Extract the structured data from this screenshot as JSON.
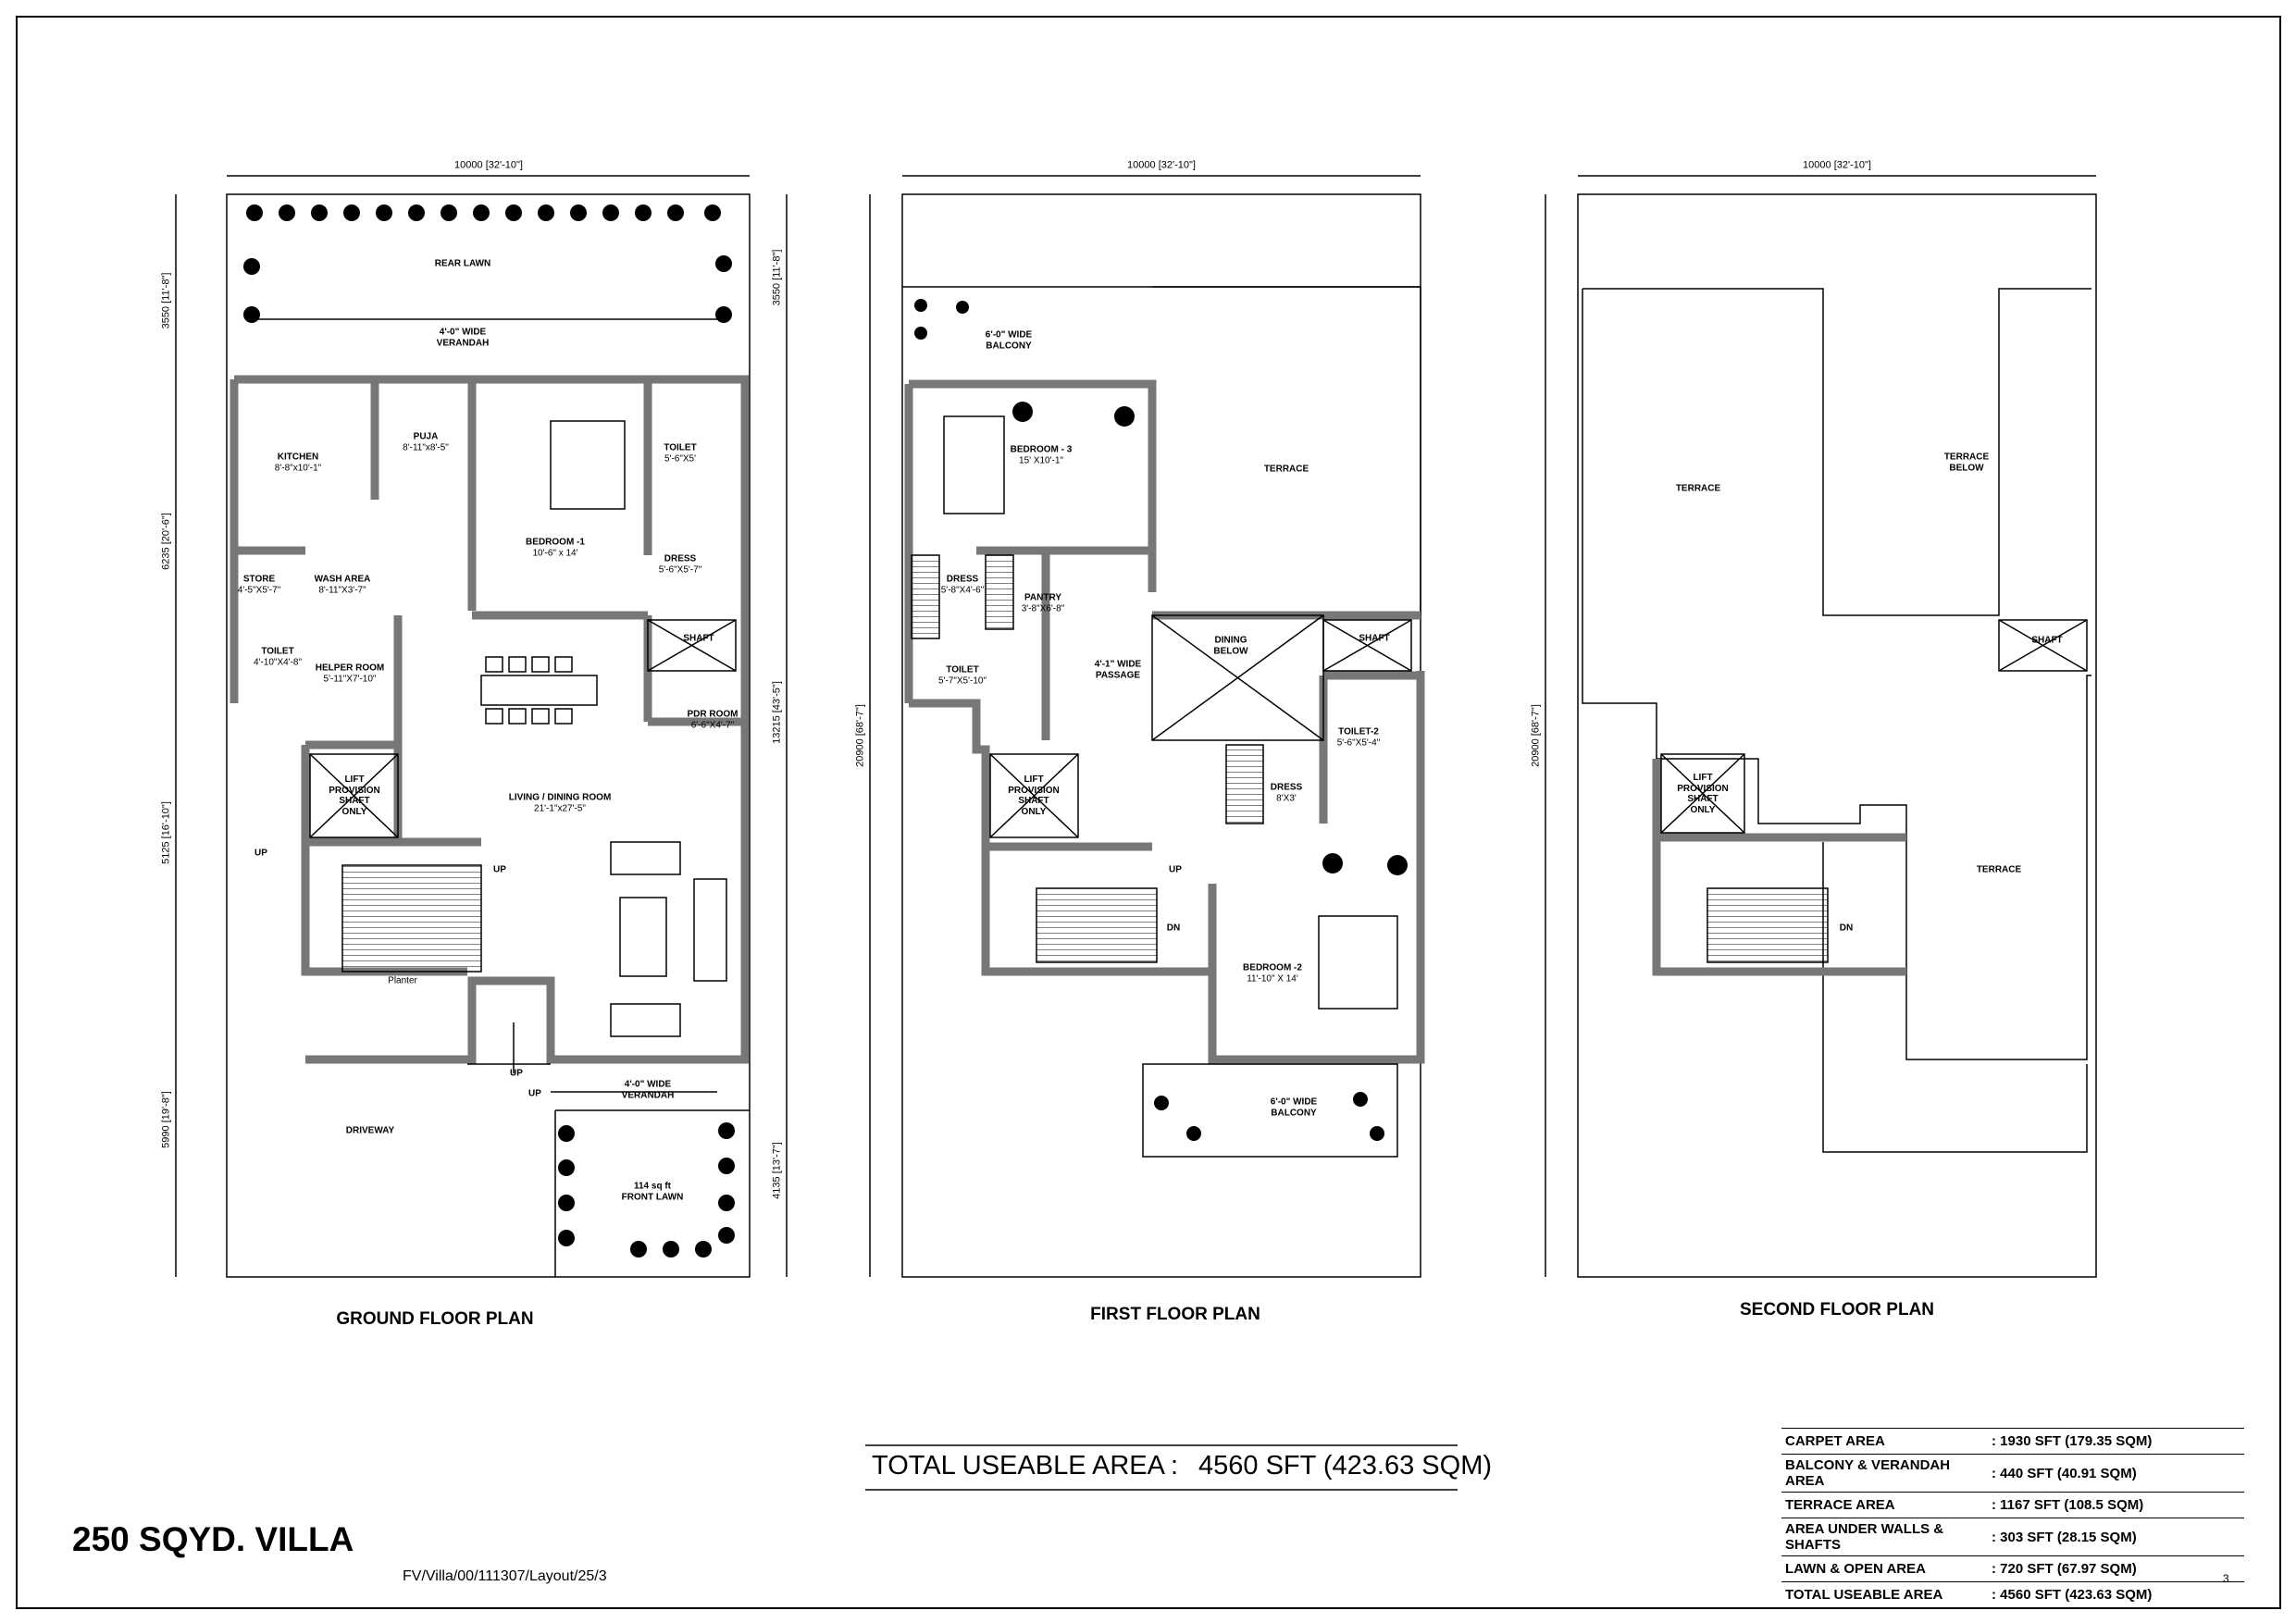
{
  "ground_floor": {
    "title": "GROUND FLOOR PLAN",
    "dim_width": "10000 [32'-10\"]",
    "dims_left": [
      "3550 [11'-8\"]",
      "6235 [20'-6\"]",
      "5125 [16'-10\"]",
      "5990 [19'-8\"]"
    ],
    "dims_right": [
      "3550 [11'-8\"]",
      "13215 [43'-5\"]",
      "4135 [13'-7\"]"
    ],
    "rooms": {
      "rear_lawn": "REAR LAWN",
      "verandah_rear": [
        "4'-0\" WIDE",
        "VERANDAH"
      ],
      "kitchen": [
        "KITCHEN",
        "8'-8\"x10'-1\""
      ],
      "puja": [
        "PUJA",
        "8'-11\"x8'-5\""
      ],
      "bedroom1": [
        "BEDROOM -1",
        "10'-6\" x 14'"
      ],
      "toilet_a": [
        "TOILET",
        "5'-6\"X5'"
      ],
      "dress_a": [
        "DRESS",
        "5'-6\"X5'-7\""
      ],
      "store": [
        "STORE",
        "4'-5\"X5'-7\""
      ],
      "wash": [
        "WASH AREA",
        "8'-11\"X3'-7\""
      ],
      "toilet_b": [
        "TOILET",
        "4'-10\"X4'-8\""
      ],
      "helper": [
        "HELPER ROOM",
        "5'-11\"X7'-10\""
      ],
      "shaft": "SHAFT",
      "pdr": [
        "PDR ROOM",
        "6'-6\"X4'-7\""
      ],
      "lift": [
        "LIFT",
        "PROVISION",
        "SHAFT",
        "ONLY"
      ],
      "living": [
        "LIVING / DINING ROOM",
        "21'-1\"x27'-5\""
      ],
      "planter": "Planter",
      "up": "UP",
      "verandah_front": [
        "4'-0\" WIDE",
        "VERANDAH"
      ],
      "driveway": "DRIVEWAY",
      "front_lawn": [
        "114 sq ft",
        "FRONT LAWN"
      ]
    }
  },
  "first_floor": {
    "title": "FIRST FLOOR PLAN",
    "dim_width": "10000 [32'-10\"]",
    "dim_left": "20900 [68'-7\"]",
    "rooms": {
      "balcony_top": [
        "6'-0\" WIDE",
        "BALCONY"
      ],
      "terrace": "TERRACE",
      "bedroom3": [
        "BEDROOM - 3",
        "15' X10'-1\""
      ],
      "dress_a": [
        "DRESS",
        "5'-8\"X4'-6\""
      ],
      "pantry": [
        "PANTRY",
        "3'-8\"X6'-8\""
      ],
      "passage": [
        "4'-1\" WIDE",
        "PASSAGE"
      ],
      "dining_below": [
        "DINING",
        "BELOW"
      ],
      "shaft": "SHAFT",
      "toilet": [
        "TOILET",
        "5'-7\"X5'-10\""
      ],
      "toilet2": [
        "TOILET-2",
        "5'-6\"X5'-4\""
      ],
      "dress_b": [
        "DRESS",
        "8'X3'"
      ],
      "lift": [
        "LIFT",
        "PROVISION",
        "SHAFT",
        "ONLY"
      ],
      "up": "UP",
      "dn": "DN",
      "bedroom2": [
        "BEDROOM -2",
        "11'-10\" X 14'"
      ],
      "balcony_bottom": [
        "6'-0\" WIDE",
        "BALCONY"
      ]
    }
  },
  "second_floor": {
    "title": "SECOND FLOOR PLAN",
    "dim_width": "10000 [32'-10\"]",
    "dim_left": "20900 [68'-7\"]",
    "rooms": {
      "terrace_left": "TERRACE",
      "terrace_below": [
        "TERRACE",
        "BELOW"
      ],
      "shaft": "SHAFT",
      "lift": [
        "LIFT",
        "PROVISION",
        "SHAFT",
        "ONLY"
      ],
      "dn": "DN",
      "terrace_right": "TERRACE"
    }
  },
  "summary": {
    "total_label": "TOTAL USEABLE AREA",
    "total_value": "4560 SFT (423.63 SQM)"
  },
  "project": {
    "name": "250 SQYD. VILLA",
    "ref": "FV/Villa/00/111307/Layout/25/3",
    "page": "3"
  },
  "area_table": [
    {
      "label": "CARPET AREA",
      "value": ": 1930 SFT (179.35 SQM)"
    },
    {
      "label": "BALCONY & VERANDAH AREA",
      "value": ": 440 SFT (40.91 SQM)"
    },
    {
      "label": "TERRACE AREA",
      "value": ": 1167 SFT (108.5 SQM)"
    },
    {
      "label": "AREA UNDER WALLS & SHAFTS",
      "value": ": 303 SFT (28.15 SQM)"
    },
    {
      "label": "LAWN & OPEN AREA",
      "value": ": 720 SFT (67.97 SQM)"
    },
    {
      "label": "TOTAL USEABLE AREA",
      "value": ": 4560 SFT (423.63 SQM)"
    }
  ]
}
